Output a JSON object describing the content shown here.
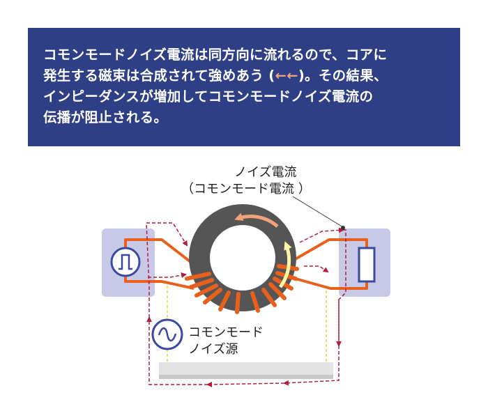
{
  "banner": {
    "line1": "コモンモードノイズ電流は同方向に流れるので、コアに",
    "line2_pre": "発生する磁束は合成されて強めあう (",
    "line2_arrows": "←←",
    "line2_post": ")。その結果、",
    "line3": "インピーダンスが増加してコモンモードノイズ電流の",
    "line4": "伝播が阻止される。"
  },
  "labels": {
    "noise_current_line1": "ノイズ電流",
    "noise_current_line2": "（コモンモード電流 ）",
    "source_line1": "コモンモード",
    "source_line2": "ノイズ源"
  },
  "colors": {
    "banner_bg": "#2e3f86",
    "core": "#555555",
    "winding": "#e8601c",
    "current_path": "#b01e3c",
    "box": "#c7c9e6",
    "icon": "#3a4aa0",
    "ground": "#e0e0e0",
    "ground_link": "#e8d83a"
  },
  "icons": {
    "pulse_source": "pulse-generator-icon",
    "load": "resistor-icon",
    "noise_source": "ac-source-icon"
  }
}
